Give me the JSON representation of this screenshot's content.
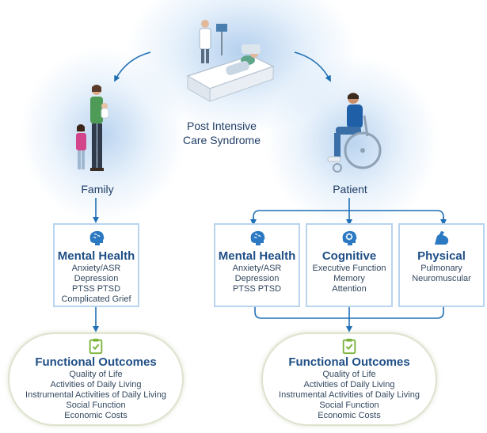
{
  "center": {
    "line1": "Post Intensive",
    "line2": "Care Syndrome"
  },
  "family": {
    "label": "Family",
    "mental": {
      "title": "Mental Health",
      "items": [
        "Anxiety/ASR",
        "Depression",
        "PTSS PTSD",
        "Complicated Grief"
      ]
    },
    "outcomes": {
      "title": "Functional Outcomes",
      "items": [
        "Quality of Life",
        "Activities of Daily Living",
        "Instrumental Activities of Daily Living",
        "Social Function",
        "Economic Costs"
      ]
    }
  },
  "patient": {
    "label": "Patient",
    "mental": {
      "title": "Mental Health",
      "items": [
        "Anxiety/ASR",
        "Depression",
        "PTSS PTSD"
      ]
    },
    "cognitive": {
      "title": "Cognitive",
      "items": [
        "Executive Function",
        "Memory",
        "Attention"
      ]
    },
    "physical": {
      "title": "Physical",
      "items": [
        "Pulmonary",
        "Neuromuscular"
      ]
    },
    "outcomes": {
      "title": "Functional Outcomes",
      "items": [
        "Quality of Life",
        "Activities of Daily Living",
        "Instrumental Activities of Daily Living",
        "Social Function",
        "Economic Costs"
      ]
    }
  },
  "colors": {
    "line": "#1f6fb5",
    "title": "#1f4f86",
    "box_border": "#b8d4ee",
    "check_green": "#7bb33a",
    "glow": "#8fbbe8"
  }
}
